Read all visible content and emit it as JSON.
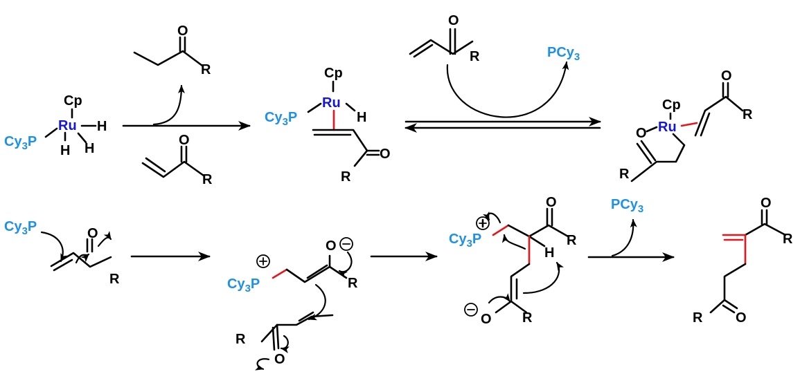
{
  "colors": {
    "phosphine": "#1e90e6",
    "ruthenium": "#1515d6",
    "new_bond": "#e8141c",
    "ink": "#000000"
  },
  "labels": {
    "cp": "Cp",
    "ru": "Ru",
    "h": "H",
    "o": "O",
    "r": "R",
    "cy": "Cy",
    "three": "3",
    "p": "P",
    "pc": "PCy",
    "plus": "+",
    "minus": "−"
  },
  "icons": {
    "plus_charge": "circled-plus-icon",
    "minus_charge": "circled-minus-icon"
  }
}
